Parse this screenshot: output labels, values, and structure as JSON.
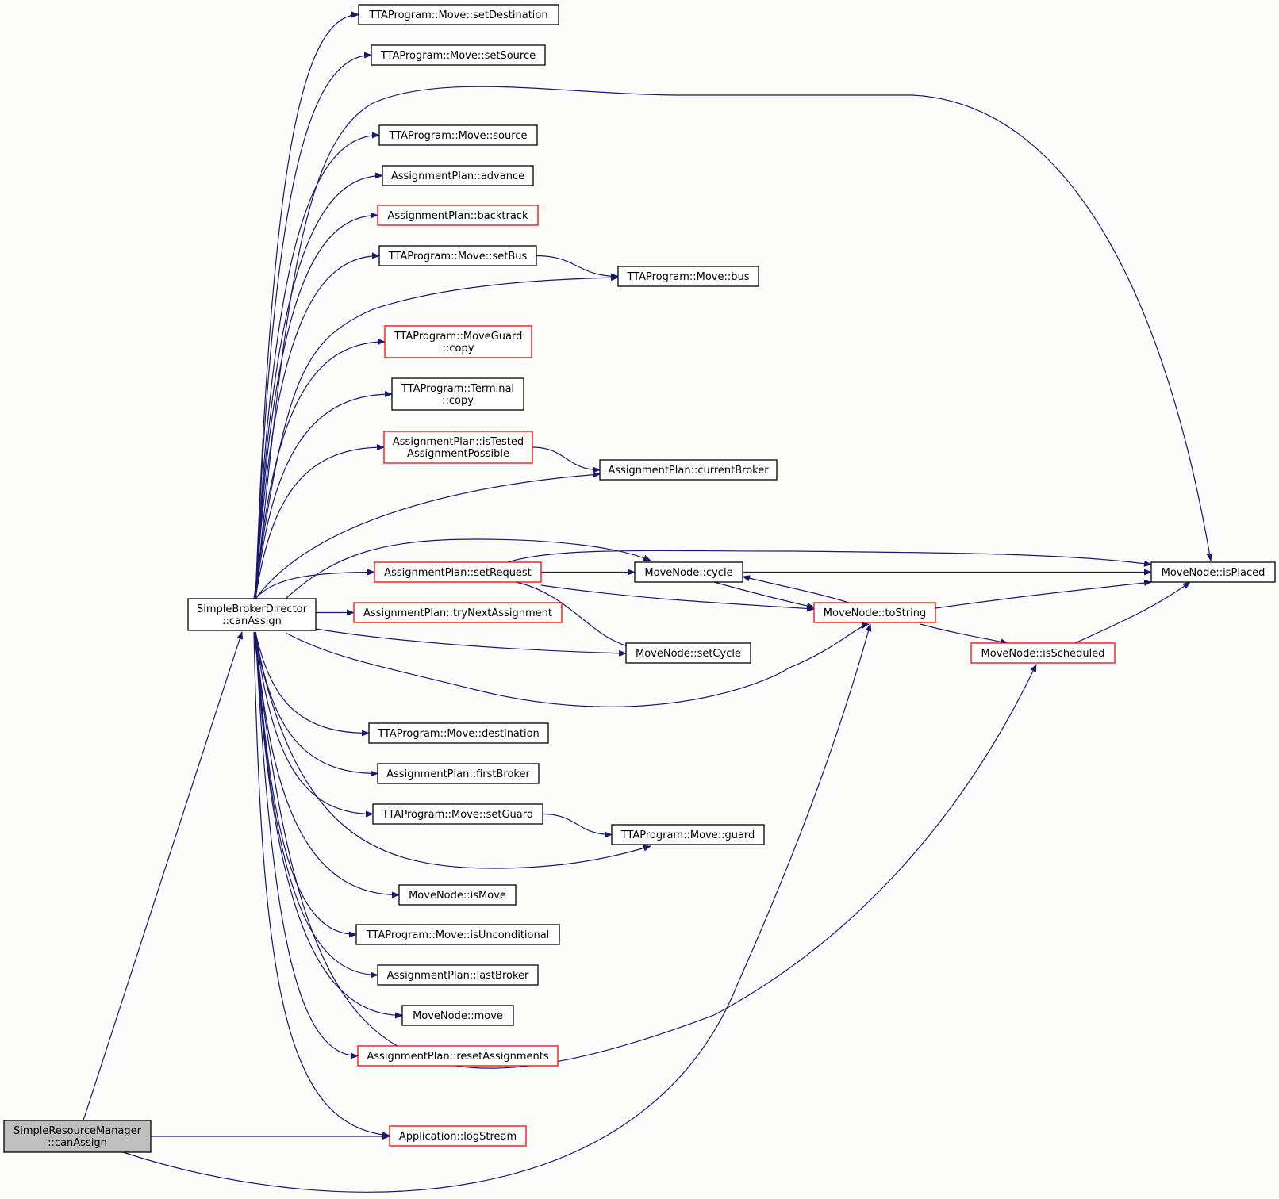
{
  "graph": {
    "edge_color": "#191970",
    "node_border_default": "#000000",
    "node_border_incomplete": "#ff0000",
    "root_fill": "#bfbfbf",
    "background": "#fcfcfa"
  },
  "nodes": [
    {
      "id": "root",
      "lines": [
        "SimpleResourceManager",
        "::canAssign"
      ],
      "style": "root"
    },
    {
      "id": "sbd",
      "lines": [
        "SimpleBrokerDirector",
        "::canAssign"
      ],
      "style": "black"
    },
    {
      "id": "setDestination",
      "lines": [
        "TTAProgram::Move::setDestination"
      ],
      "style": "black"
    },
    {
      "id": "setSource",
      "lines": [
        "TTAProgram::Move::setSource"
      ],
      "style": "black"
    },
    {
      "id": "source",
      "lines": [
        "TTAProgram::Move::source"
      ],
      "style": "black"
    },
    {
      "id": "advance",
      "lines": [
        "AssignmentPlan::advance"
      ],
      "style": "black"
    },
    {
      "id": "backtrack",
      "lines": [
        "AssignmentPlan::backtrack"
      ],
      "style": "red"
    },
    {
      "id": "setBus",
      "lines": [
        "TTAProgram::Move::setBus"
      ],
      "style": "black"
    },
    {
      "id": "bus",
      "lines": [
        "TTAProgram::Move::bus"
      ],
      "style": "black"
    },
    {
      "id": "mgcopy",
      "lines": [
        "TTAProgram::MoveGuard",
        "::copy"
      ],
      "style": "red"
    },
    {
      "id": "termcopy",
      "lines": [
        "TTAProgram::Terminal",
        "::copy"
      ],
      "style": "black"
    },
    {
      "id": "isTested",
      "lines": [
        "AssignmentPlan::isTested",
        "AssignmentPossible"
      ],
      "style": "red"
    },
    {
      "id": "currentBroker",
      "lines": [
        "AssignmentPlan::currentBroker"
      ],
      "style": "black"
    },
    {
      "id": "setRequest",
      "lines": [
        "AssignmentPlan::setRequest"
      ],
      "style": "red"
    },
    {
      "id": "cycle",
      "lines": [
        "MoveNode::cycle"
      ],
      "style": "black"
    },
    {
      "id": "isPlaced",
      "lines": [
        "MoveNode::isPlaced"
      ],
      "style": "black"
    },
    {
      "id": "tryNext",
      "lines": [
        "AssignmentPlan::tryNextAssignment"
      ],
      "style": "red"
    },
    {
      "id": "toString",
      "lines": [
        "MoveNode::toString"
      ],
      "style": "red"
    },
    {
      "id": "setCycle",
      "lines": [
        "MoveNode::setCycle"
      ],
      "style": "black"
    },
    {
      "id": "isScheduled",
      "lines": [
        "MoveNode::isScheduled"
      ],
      "style": "red"
    },
    {
      "id": "destination",
      "lines": [
        "TTAProgram::Move::destination"
      ],
      "style": "black"
    },
    {
      "id": "firstBroker",
      "lines": [
        "AssignmentPlan::firstBroker"
      ],
      "style": "black"
    },
    {
      "id": "setGuard",
      "lines": [
        "TTAProgram::Move::setGuard"
      ],
      "style": "black"
    },
    {
      "id": "guard",
      "lines": [
        "TTAProgram::Move::guard"
      ],
      "style": "black"
    },
    {
      "id": "isMove",
      "lines": [
        "MoveNode::isMove"
      ],
      "style": "black"
    },
    {
      "id": "isUncond",
      "lines": [
        "TTAProgram::Move::isUnconditional"
      ],
      "style": "black"
    },
    {
      "id": "lastBroker",
      "lines": [
        "AssignmentPlan::lastBroker"
      ],
      "style": "black"
    },
    {
      "id": "move",
      "lines": [
        "MoveNode::move"
      ],
      "style": "black"
    },
    {
      "id": "reset",
      "lines": [
        "AssignmentPlan::resetAssignments"
      ],
      "style": "red"
    },
    {
      "id": "logStream",
      "lines": [
        "Application::logStream"
      ],
      "style": "red"
    }
  ],
  "edges": [
    [
      "root",
      "sbd"
    ],
    [
      "root",
      "logStream"
    ],
    [
      "root",
      "toString"
    ],
    [
      "sbd",
      "setDestination"
    ],
    [
      "sbd",
      "setSource"
    ],
    [
      "sbd",
      "isPlaced"
    ],
    [
      "sbd",
      "source"
    ],
    [
      "sbd",
      "advance"
    ],
    [
      "sbd",
      "backtrack"
    ],
    [
      "sbd",
      "setBus"
    ],
    [
      "sbd",
      "bus"
    ],
    [
      "sbd",
      "mgcopy"
    ],
    [
      "sbd",
      "termcopy"
    ],
    [
      "sbd",
      "isTested"
    ],
    [
      "sbd",
      "currentBroker"
    ],
    [
      "sbd",
      "cycle"
    ],
    [
      "sbd",
      "setRequest"
    ],
    [
      "sbd",
      "tryNext"
    ],
    [
      "sbd",
      "setCycle"
    ],
    [
      "sbd",
      "toString"
    ],
    [
      "sbd",
      "destination"
    ],
    [
      "sbd",
      "firstBroker"
    ],
    [
      "sbd",
      "setGuard"
    ],
    [
      "sbd",
      "guard"
    ],
    [
      "sbd",
      "isMove"
    ],
    [
      "sbd",
      "isUncond"
    ],
    [
      "sbd",
      "lastBroker"
    ],
    [
      "sbd",
      "move"
    ],
    [
      "sbd",
      "reset"
    ],
    [
      "sbd",
      "isScheduled"
    ],
    [
      "sbd",
      "logStream"
    ],
    [
      "setBus",
      "bus"
    ],
    [
      "isTested",
      "currentBroker"
    ],
    [
      "setRequest",
      "cycle"
    ],
    [
      "setRequest",
      "isPlaced"
    ],
    [
      "setRequest",
      "toString"
    ],
    [
      "setRequest",
      "setCycle"
    ],
    [
      "cycle",
      "isPlaced"
    ],
    [
      "cycle",
      "toString"
    ],
    [
      "toString",
      "cycle"
    ],
    [
      "toString",
      "isPlaced"
    ],
    [
      "toString",
      "isScheduled"
    ],
    [
      "isScheduled",
      "isPlaced"
    ],
    [
      "setGuard",
      "guard"
    ]
  ]
}
